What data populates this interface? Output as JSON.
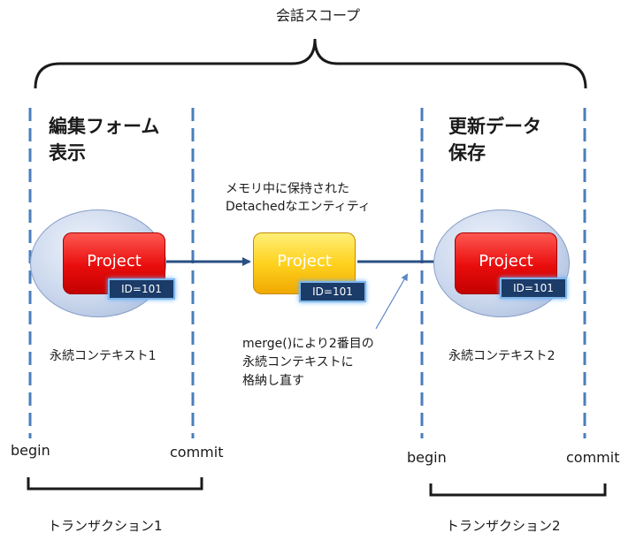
{
  "scope_title": "会話スコープ",
  "sections": {
    "left_title_line1": "編集フォーム",
    "left_title_line2": "表示",
    "right_title_line1": "更新データ",
    "right_title_line2": "保存"
  },
  "contexts": {
    "left": "永続コンテキスト1",
    "right": "永続コンテキスト2"
  },
  "entities": {
    "left_label": "Project",
    "left_id": "ID=101",
    "middle_label": "Project",
    "middle_id": "ID=101",
    "right_label": "Project",
    "right_id": "ID=101"
  },
  "detached_note": {
    "line1": "メモリ中に保持された",
    "line2": "Detachedなエンティティ"
  },
  "merge_note": {
    "line1": "merge()により2番目の",
    "line2": "永続コンテキストに",
    "line3": "格納し直す"
  },
  "transaction_events": {
    "left_begin": "begin",
    "left_commit": "commit",
    "right_begin": "begin",
    "right_commit": "commit"
  },
  "transactions": {
    "left": "トランザクション1",
    "right": "トランザクション2"
  },
  "colors": {
    "dashed_line": "#4a7ebb",
    "arrow": "#2a4f82",
    "entity_red": "#e80c0c",
    "entity_yellow": "#ffd21f",
    "id_box": "#1b3b69"
  }
}
